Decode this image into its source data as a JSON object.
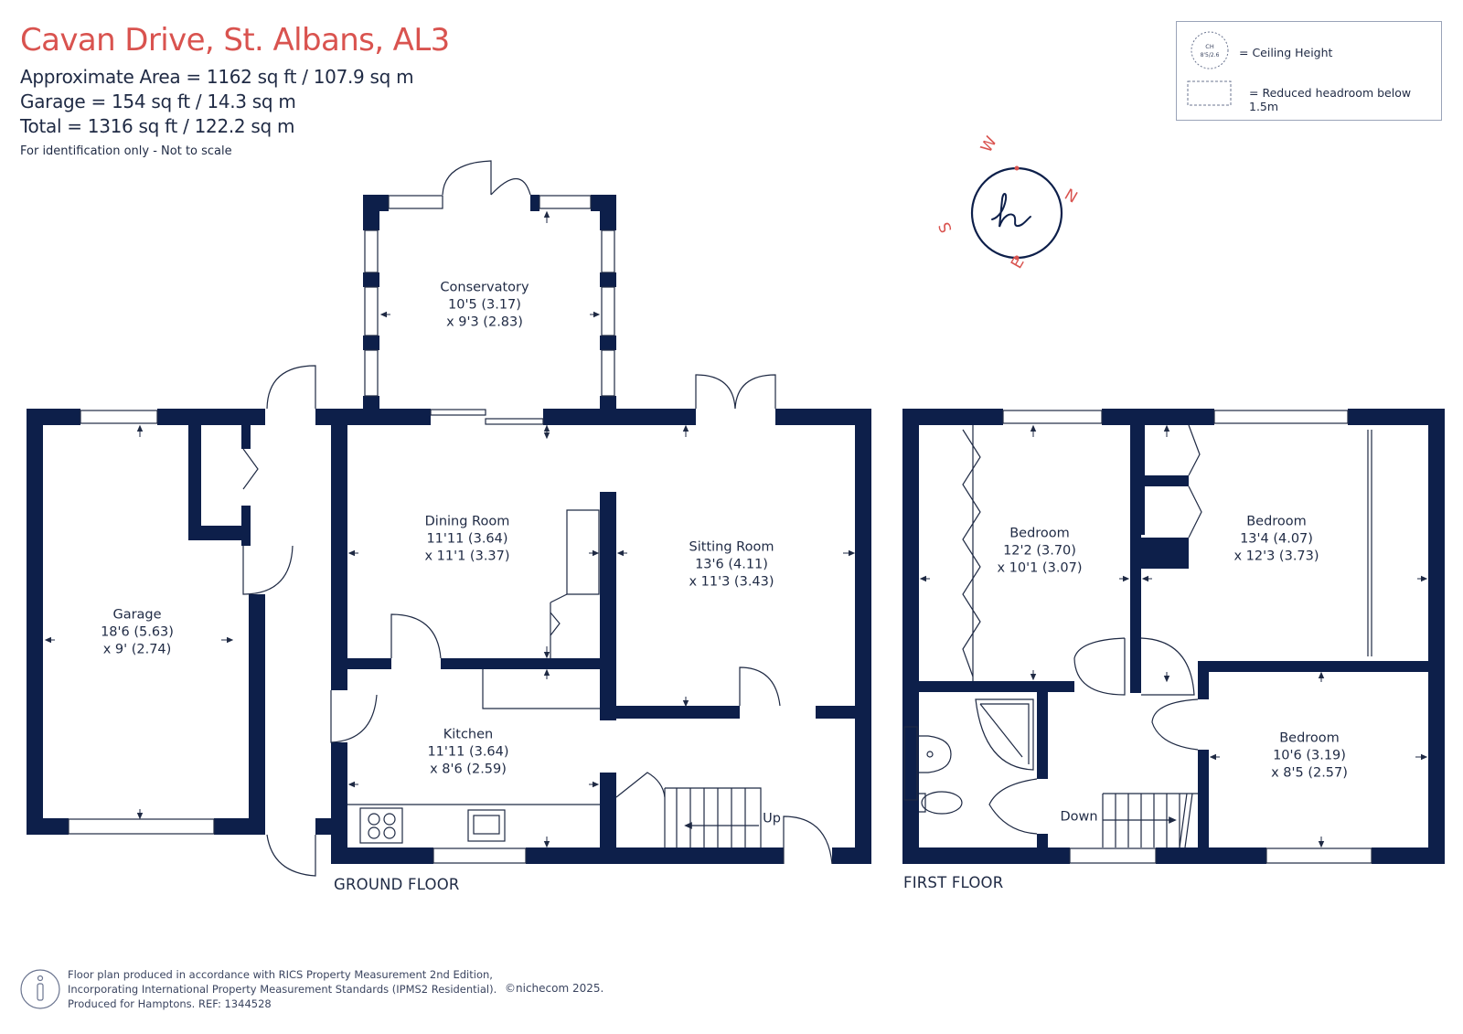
{
  "header": {
    "title": "Cavan Drive, St. Albans, AL3",
    "approx_area": "Approximate Area = 1162 sq ft / 107.9 sq m",
    "garage_area": "Garage = 154 sq ft / 14.3 sq m",
    "total_area": "Total = 1316 sq ft / 122.2 sq m",
    "disclaimer": "For identification only - Not to scale"
  },
  "legend": {
    "ceiling_symbol_top": "CH",
    "ceiling_symbol_bottom": "8'5/2.6",
    "ceiling_label": "= Ceiling Height",
    "reduced_label": "= Reduced headroom below 1.5m"
  },
  "compass": {
    "logo": "h",
    "north": "N",
    "east": "E",
    "south": "S",
    "west": "W"
  },
  "rooms": {
    "conservatory": {
      "name": "Conservatory",
      "dim1": "10'5 (3.17)",
      "dim2": "x 9'3 (2.83)"
    },
    "dining": {
      "name": "Dining Room",
      "dim1": "11'11 (3.64)",
      "dim2": "x 11'1 (3.37)"
    },
    "sitting": {
      "name": "Sitting Room",
      "dim1": "13'6 (4.11)",
      "dim2": "x 11'3 (3.43)"
    },
    "garage": {
      "name": "Garage",
      "dim1": "18'6 (5.63)",
      "dim2": "x 9' (2.74)"
    },
    "kitchen": {
      "name": "Kitchen",
      "dim1": "11'11 (3.64)",
      "dim2": "x 8'6 (2.59)"
    },
    "bedroom1": {
      "name": "Bedroom",
      "dim1": "12'2 (3.70)",
      "dim2": "x 10'1 (3.07)"
    },
    "bedroom2": {
      "name": "Bedroom",
      "dim1": "13'4 (4.07)",
      "dim2": "x 12'3 (3.73)"
    },
    "bedroom3": {
      "name": "Bedroom",
      "dim1": "10'6 (3.19)",
      "dim2": "x 8'5 (2.57)"
    }
  },
  "stairs": {
    "up": "Up",
    "down": "Down"
  },
  "floors": {
    "ground": "GROUND FLOOR",
    "first": "FIRST FLOOR"
  },
  "footer": {
    "line1": "Floor plan produced in accordance with RICS Property Measurement 2nd Edition,",
    "line2": "Incorporating International Property Measurement Standards (IPMS2 Residential).",
    "line3": "Produced for Hamptons.   REF:  1344528",
    "copyright": "©nichecom 2025."
  },
  "colors": {
    "title": "#d9534f",
    "wall": "#0d1f4a",
    "text": "#1f2a44",
    "compass": "#d9534f"
  }
}
